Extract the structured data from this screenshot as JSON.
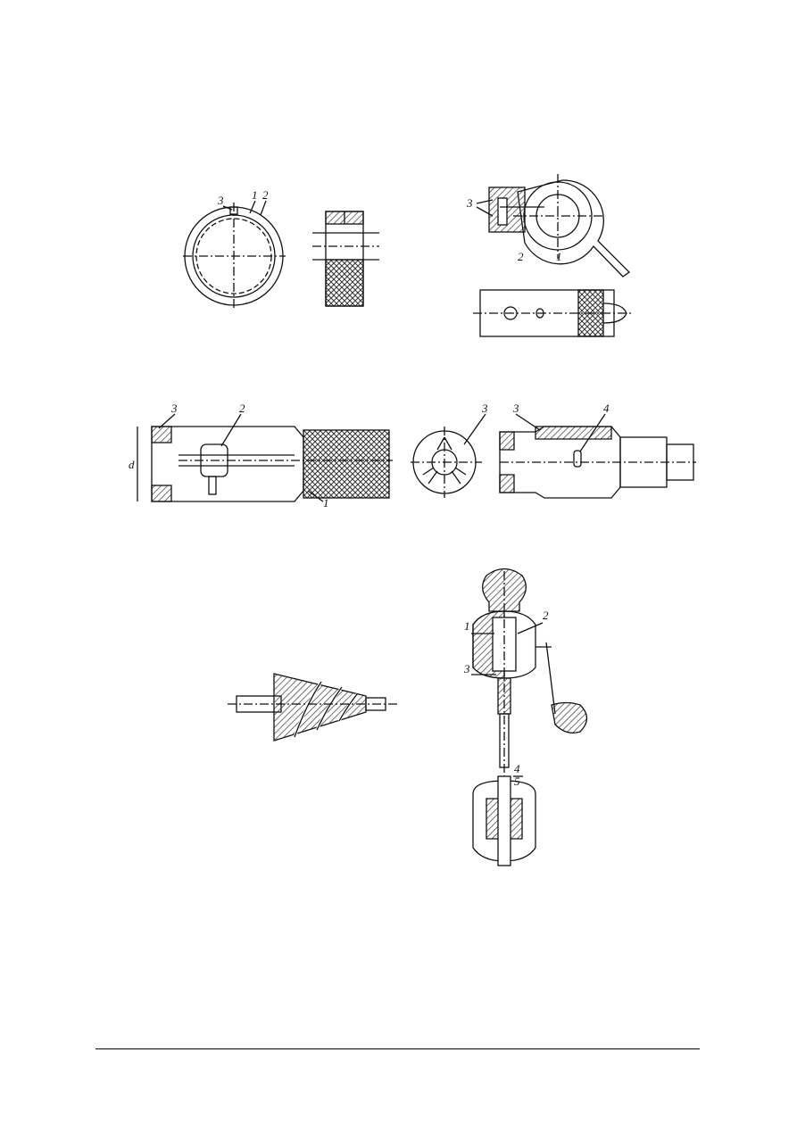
{
  "figures": {
    "ring_clamp": {
      "labels": [
        "3",
        "1",
        "2"
      ]
    },
    "split_lever": {
      "labels": [
        "3",
        "2",
        "1"
      ]
    },
    "mandrel": {
      "labels": [
        "3",
        "2",
        "1",
        "d"
      ]
    },
    "collet": {
      "labels": [
        "3",
        "3",
        "4"
      ]
    },
    "cone_lap": {
      "labels": []
    },
    "dividing_head": {
      "labels": [
        "1",
        "2",
        "3",
        "4",
        "5"
      ]
    }
  },
  "colors": {
    "line": "#111111",
    "hatch": "#444444",
    "background": "#ffffff"
  }
}
